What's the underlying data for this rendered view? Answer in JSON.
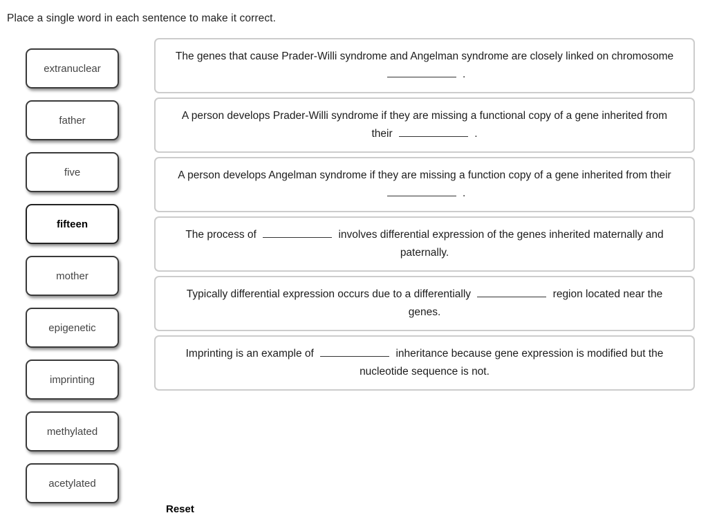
{
  "instruction": "Place a single word in each sentence to make it correct.",
  "word_bank": {
    "tiles": [
      {
        "label": "extranuclear",
        "active": false
      },
      {
        "label": "father",
        "active": false
      },
      {
        "label": "five",
        "active": false
      },
      {
        "label": "fifteen",
        "active": true
      },
      {
        "label": "mother",
        "active": false
      },
      {
        "label": "epigenetic",
        "active": false
      },
      {
        "label": "imprinting",
        "active": false
      },
      {
        "label": "methylated",
        "active": false
      },
      {
        "label": "acetylated",
        "active": false
      }
    ]
  },
  "sentences": [
    {
      "before": "The genes that cause Prader-Willi syndrome and Angelman syndrome are closely linked on chromosome",
      "filled": "",
      "after": "."
    },
    {
      "before": "A person develops Prader-Willi syndrome if they are missing a functional copy of a gene inherited from their",
      "filled": "",
      "after": "."
    },
    {
      "before": "A person develops Angelman syndrome if they are missing a function copy of a gene inherited from their",
      "filled": "",
      "after": "."
    },
    {
      "before": "The process of",
      "filled": "",
      "after": "involves differential expression of the genes inherited maternally and paternally."
    },
    {
      "before": "Typically differential expression occurs due to a differentially",
      "filled": "",
      "after": "region located near the genes."
    },
    {
      "before": "Imprinting is an example of",
      "filled": "",
      "after": "inheritance because gene expression is modified but the nucleotide sequence is not."
    }
  ],
  "reset": {
    "label": "Reset"
  },
  "colors": {
    "page_background": "#ffffff",
    "tile_border": "#3a3a3a",
    "tile_text": "#444444",
    "tile_text_active": "#000000",
    "sentence_border": "#cccccc",
    "sentence_text": "#1c1c1c",
    "blank_rule": "#333333"
  }
}
